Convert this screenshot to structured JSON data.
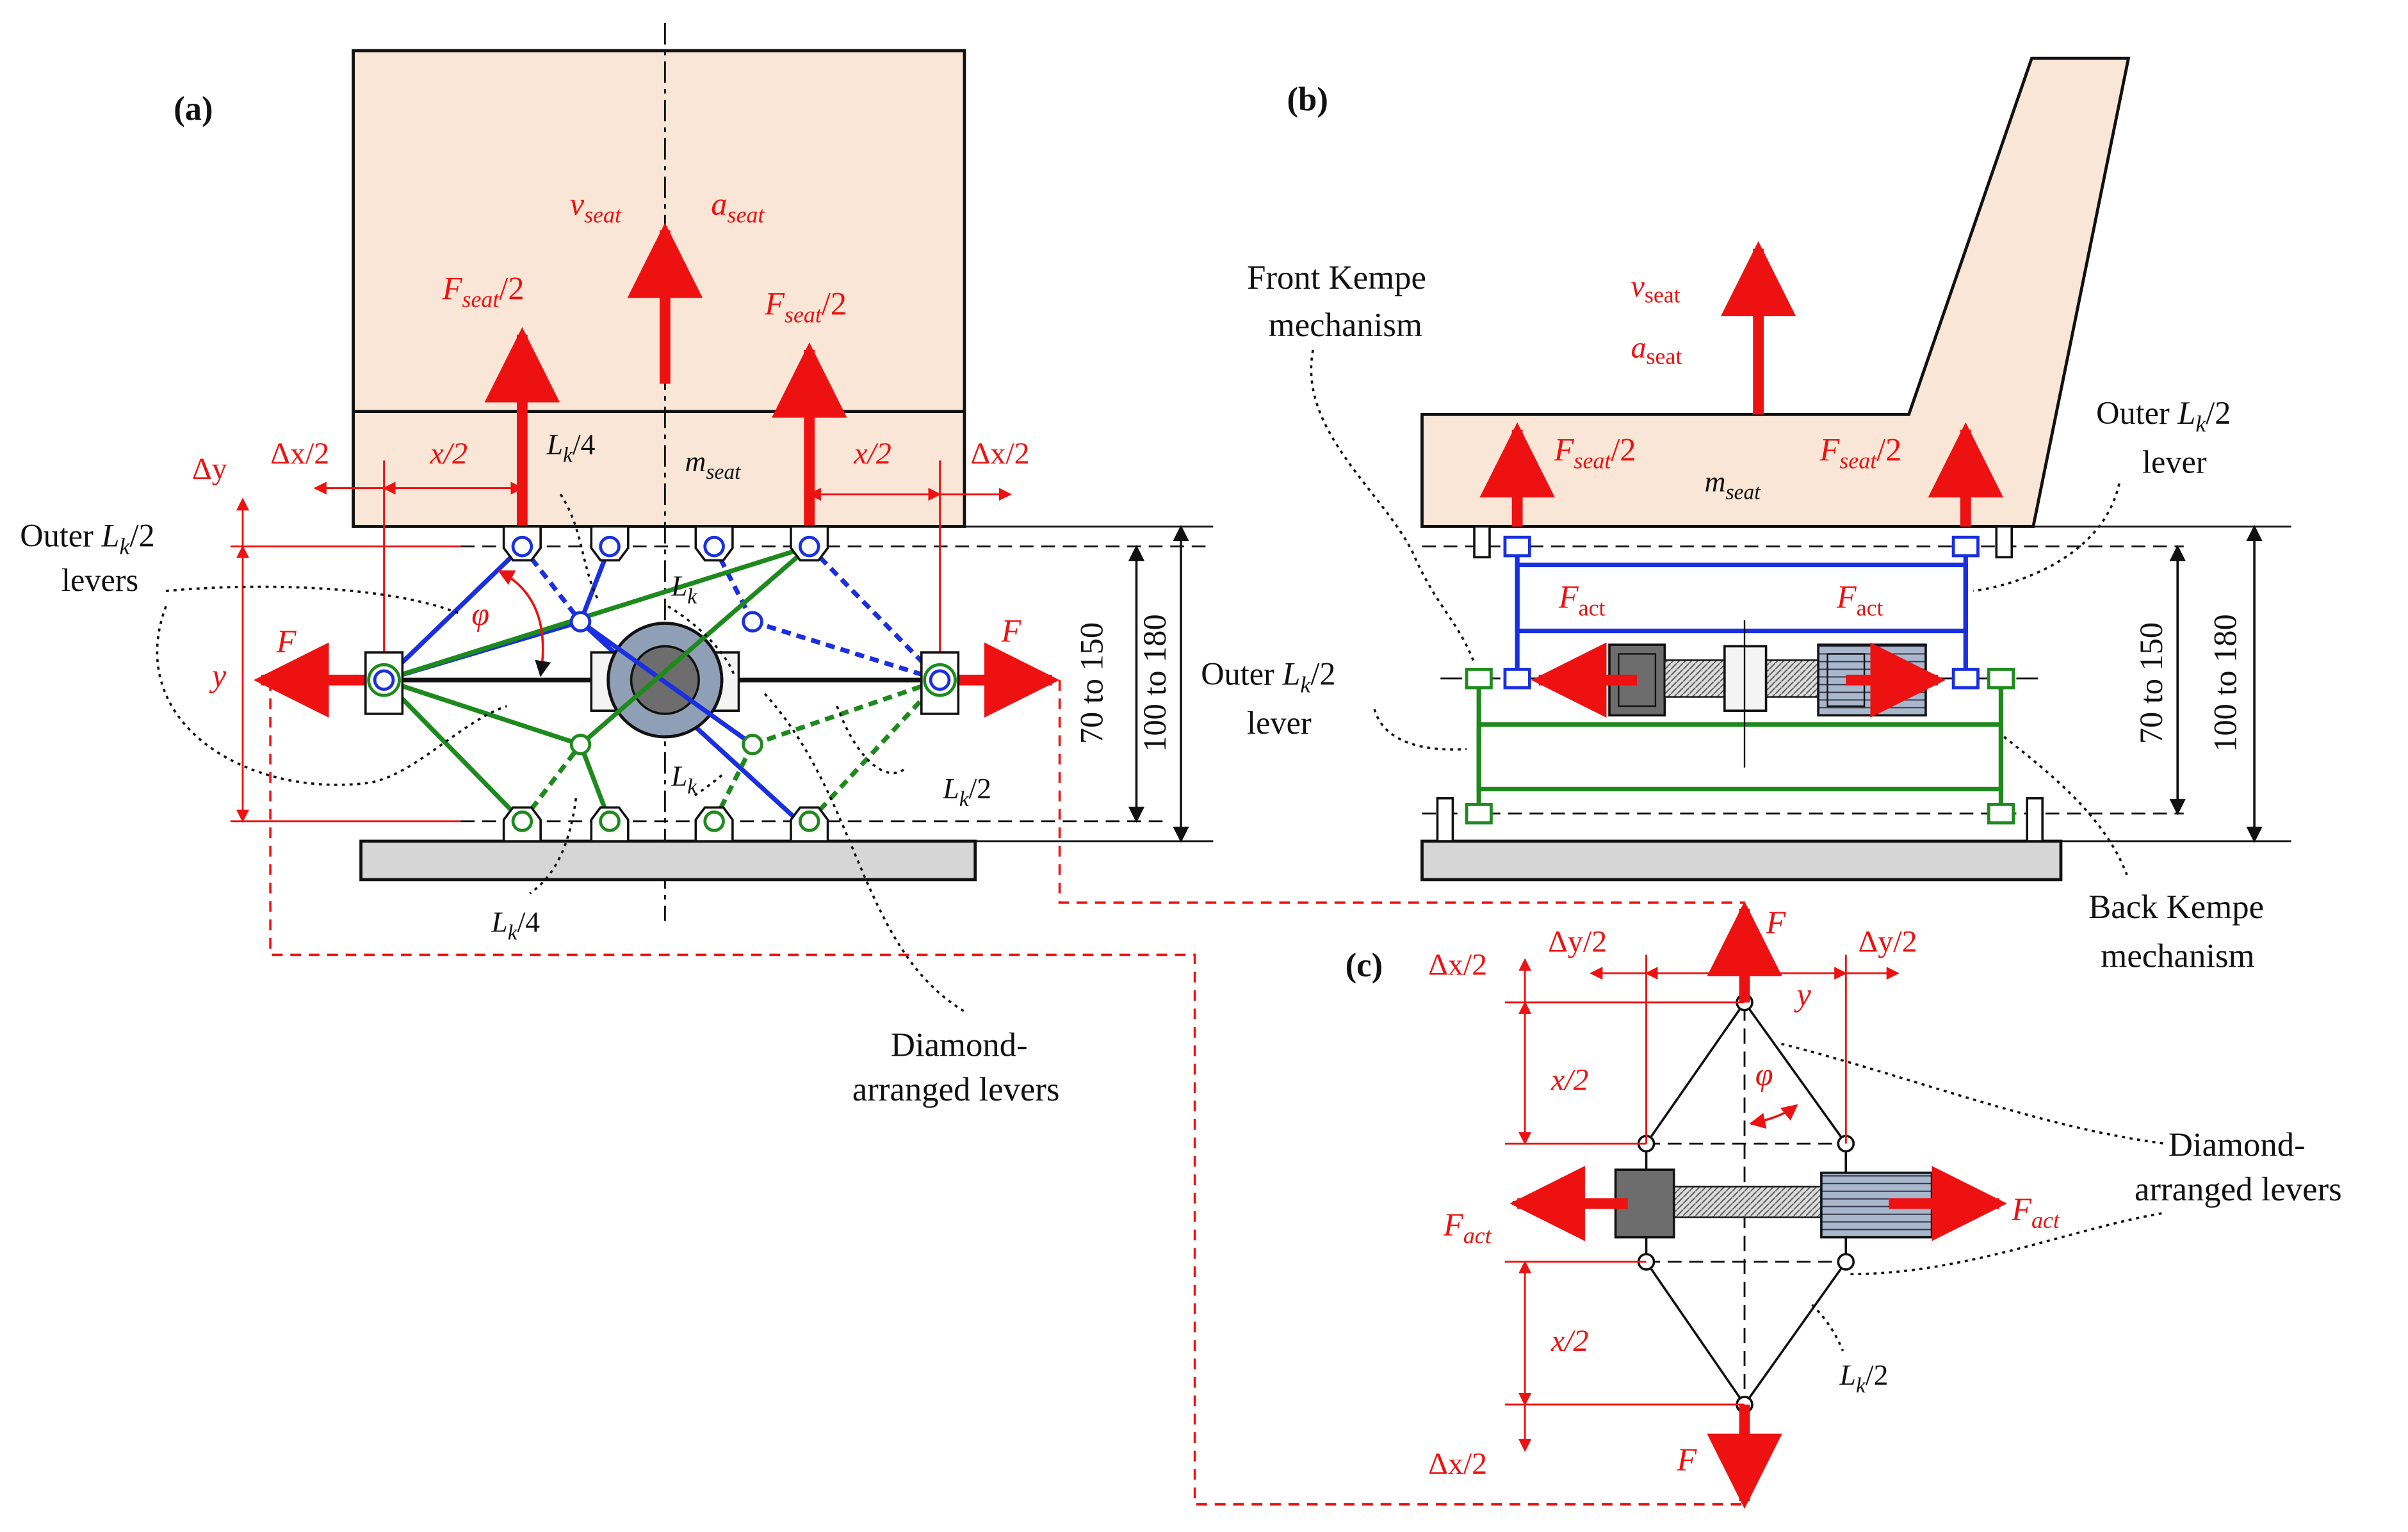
{
  "colors": {
    "force": "#ee1111",
    "seat_fill": "#f9e6d6",
    "upper_kempe": "#1a2fe0",
    "lower_kempe": "#1e8a1e",
    "base_fill": "#d6d6d6",
    "actuator_hub": "#8f9fb5",
    "outline": "#111111"
  },
  "panel_a": {
    "label": "(a)",
    "v_seat": {
      "main": "v",
      "sub": "seat"
    },
    "a_seat": {
      "main": "a",
      "sub": "seat"
    },
    "f_seat_left": {
      "main": "F",
      "sub": "seat",
      "tail": "/2"
    },
    "f_seat_right": {
      "main": "F",
      "sub": "seat",
      "tail": "/2"
    },
    "m_seat": {
      "main": "m",
      "sub": "seat"
    },
    "dx_left": "Δx/2",
    "x_left": "x/2",
    "x_right": "x/2",
    "dx_right": "Δx/2",
    "dy": "Δy",
    "y": "y",
    "phi": "φ",
    "force_left": "F",
    "force_right": "F",
    "outer_levers_line1": "Outer ",
    "outer_levers_lk": "L",
    "outer_levers_k": "k",
    "outer_levers_tail": "/2",
    "outer_levers_line2": "levers",
    "lk4_top": {
      "main": "L",
      "sub": "k",
      "tail": "/4"
    },
    "lk_top": {
      "main": "L",
      "sub": "k",
      "tail": ""
    },
    "lk_bottom": {
      "main": "L",
      "sub": "k",
      "tail": ""
    },
    "lk2_right": {
      "main": "L",
      "sub": "k",
      "tail": "/2"
    },
    "lk4_bottom": {
      "main": "L",
      "sub": "k",
      "tail": "/4"
    },
    "diamond_line1": "Diamond-",
    "diamond_line2": "arranged levers",
    "dim_inner": "70 to 150",
    "dim_outer": "100 to 180"
  },
  "panel_b": {
    "label": "(b)",
    "v_seat": {
      "main": "v",
      "sub": "seat"
    },
    "a_seat": {
      "main": "a",
      "sub": "seat"
    },
    "f_seat_left": {
      "main": "F",
      "sub": "seat",
      "tail": "/2"
    },
    "f_seat_right": {
      "main": "F",
      "sub": "seat",
      "tail": "/2"
    },
    "m_seat": {
      "main": "m",
      "sub": "seat"
    },
    "f_act_left": {
      "main": "F",
      "sub": "act",
      "tail": ""
    },
    "f_act_right": {
      "main": "F",
      "sub": "act",
      "tail": ""
    },
    "front_line1": "Front Kempe",
    "front_line2": "mechanism",
    "outer_right_line1": "Outer ",
    "outer_right_lk": "L",
    "outer_right_k": "k",
    "outer_right_tail": "/2",
    "outer_right_line2": "lever",
    "outer_left_line1": "Outer ",
    "outer_left_lk": "L",
    "outer_left_k": "k",
    "outer_left_tail": "/2",
    "outer_left_line2": "lever",
    "back_line1": "Back Kempe",
    "back_line2": "mechanism",
    "dim_inner": "70 to 150",
    "dim_outer": "100 to 180"
  },
  "panel_c": {
    "label": "(c)",
    "force_top": "F",
    "force_bottom": "F",
    "dx_top": "Δx/2",
    "dx_bottom": "Δx/2",
    "dy_left": "Δy/2",
    "dy_right": "Δy/2",
    "y": "y",
    "x_top": "x/2",
    "x_bottom": "x/2",
    "phi": "φ",
    "f_act_left": {
      "main": "F",
      "sub": "act",
      "tail": ""
    },
    "f_act_right": {
      "main": "F",
      "sub": "act",
      "tail": ""
    },
    "lk2": {
      "main": "L",
      "sub": "k",
      "tail": "/2"
    },
    "diamond_line1": "Diamond-",
    "diamond_line2": "arranged levers"
  }
}
